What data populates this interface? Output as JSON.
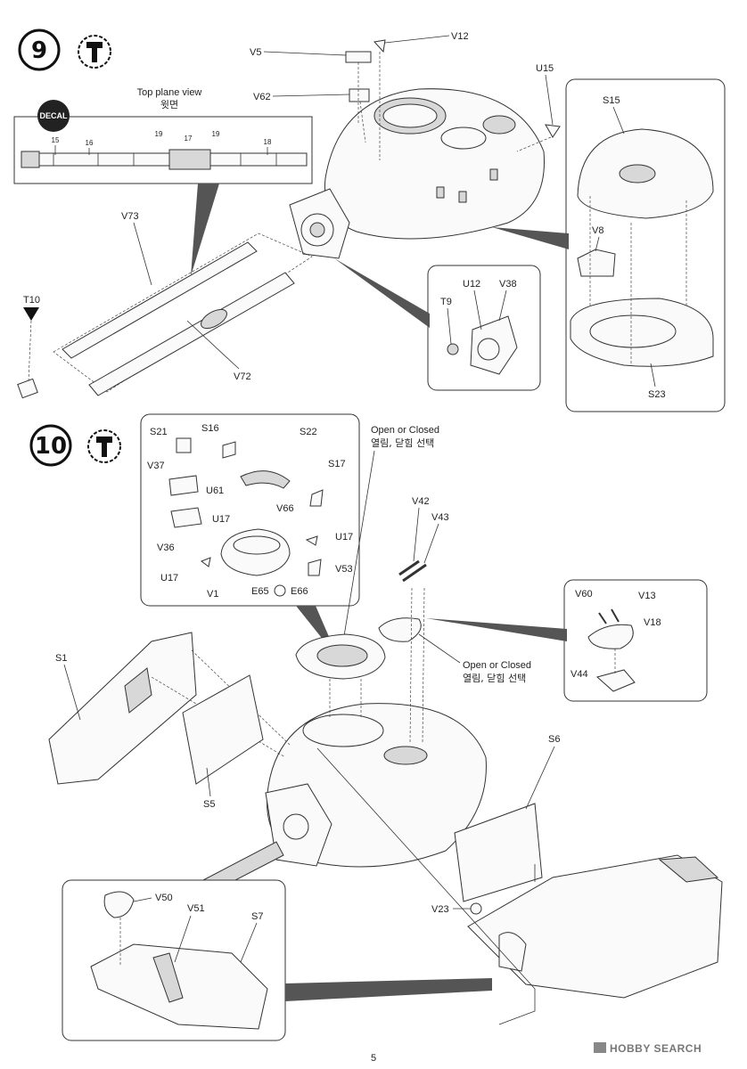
{
  "steps": [
    {
      "number": "9"
    },
    {
      "number": "10"
    }
  ],
  "decal_badge": "DECAL",
  "top_view": {
    "title_en": "Top plane view",
    "title_kr": "윗면",
    "labels": [
      "15",
      "16",
      "19",
      "17",
      "19",
      "18"
    ]
  },
  "open_closed": {
    "en": "Open or Closed",
    "kr": "열림, 닫힘 선택"
  },
  "parts": {
    "V12": "V12",
    "V5": "V5",
    "V62": "V62",
    "U15": "U15",
    "S15": "S15",
    "V8": "V8",
    "S23": "S23",
    "V73": "V73",
    "V72": "V72",
    "T10": "T10",
    "T9": "T9",
    "U12": "U12",
    "V38": "V38",
    "S21": "S21",
    "S16": "S16",
    "S22": "S22",
    "V37": "V37",
    "U61": "U61",
    "S17": "S17",
    "V66": "V66",
    "U17a": "U17",
    "U17b": "U17",
    "U17c": "U17",
    "V36": "V36",
    "V53": "V53",
    "V1": "V1",
    "E65": "E65",
    "E66": "E66",
    "V42": "V42",
    "V43": "V43",
    "V60": "V60",
    "V13": "V13",
    "V18": "V18",
    "V44": "V44",
    "S1": "S1",
    "S5": "S5",
    "S6": "S6",
    "V23": "V23",
    "V50": "V50",
    "V51": "V51",
    "S7": "S7"
  },
  "watermark": "HOBBY SEARCH",
  "page_number": "5"
}
